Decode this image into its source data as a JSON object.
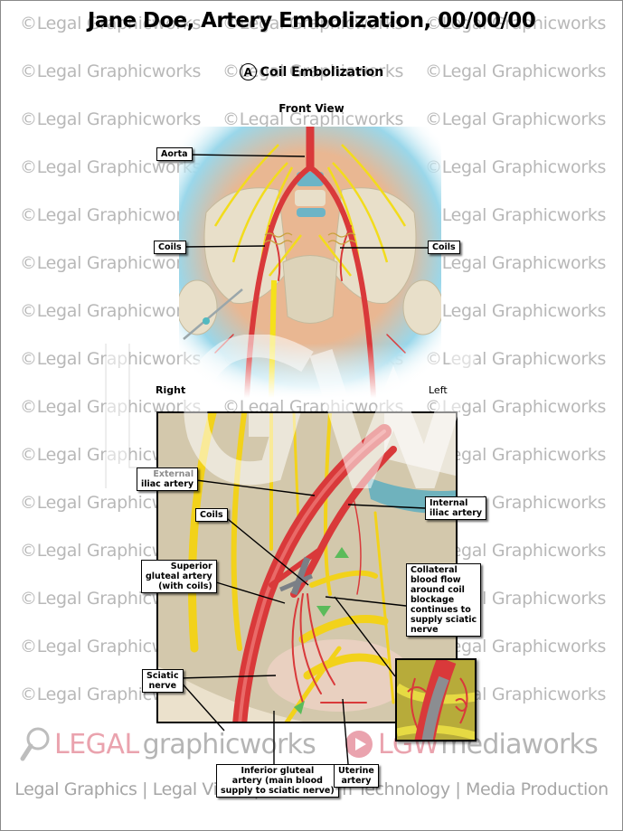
{
  "header": {
    "title": "Jane Doe, Artery Embolization, 00/00/00",
    "subtitle_marker": "A",
    "subtitle": "Coil Embolization",
    "view": "Front View"
  },
  "orientation": {
    "right": "Right",
    "left": "Left"
  },
  "labels": {
    "aorta": "Aorta",
    "coils_left": "Coils",
    "coils_right": "Coils",
    "external_iliac_l1": "External",
    "external_iliac_l2": "iliac artery",
    "internal_iliac_l1": "Internal",
    "internal_iliac_l2": "iliac artery",
    "coils_detail": "Coils",
    "superior_gluteal_l1": "Superior",
    "superior_gluteal_l2": "gluteal artery",
    "superior_gluteal_l3": "(with coils)",
    "collateral_l1": "Collateral",
    "collateral_l2": "blood flow",
    "collateral_l3": "around coil",
    "collateral_l4": "blockage",
    "collateral_l5": "continues to",
    "collateral_l6": "supply sciatic",
    "collateral_l7": "nerve",
    "sciatic_l1": "Sciatic",
    "sciatic_l2": "nerve",
    "inferior_gluteal_l1": "Inferior gluteal",
    "inferior_gluteal_l2": "artery (main blood",
    "inferior_gluteal_l3": "supply to sciatic nerve)",
    "uterine_l1": "Uterine",
    "uterine_l2": "artery"
  },
  "watermark": {
    "text": "©Legal Graphicworks",
    "big_mark": "LGW"
  },
  "footer": {
    "logo_legal": "LEGAL",
    "logo_graphicworks": "graphicworks",
    "logo_media": "mediaworks",
    "tagline": "Legal Graphics | Legal Video | Courtroom Technology | Media Production"
  },
  "colors": {
    "artery": "#d9393a",
    "nerve": "#f2dc1c",
    "bone": "#e6dcc4",
    "skin": "#e8b48f",
    "glow": "#8fd3e8",
    "watermark": "#b8b8b8",
    "logo_pink": "#eaa3ae"
  }
}
